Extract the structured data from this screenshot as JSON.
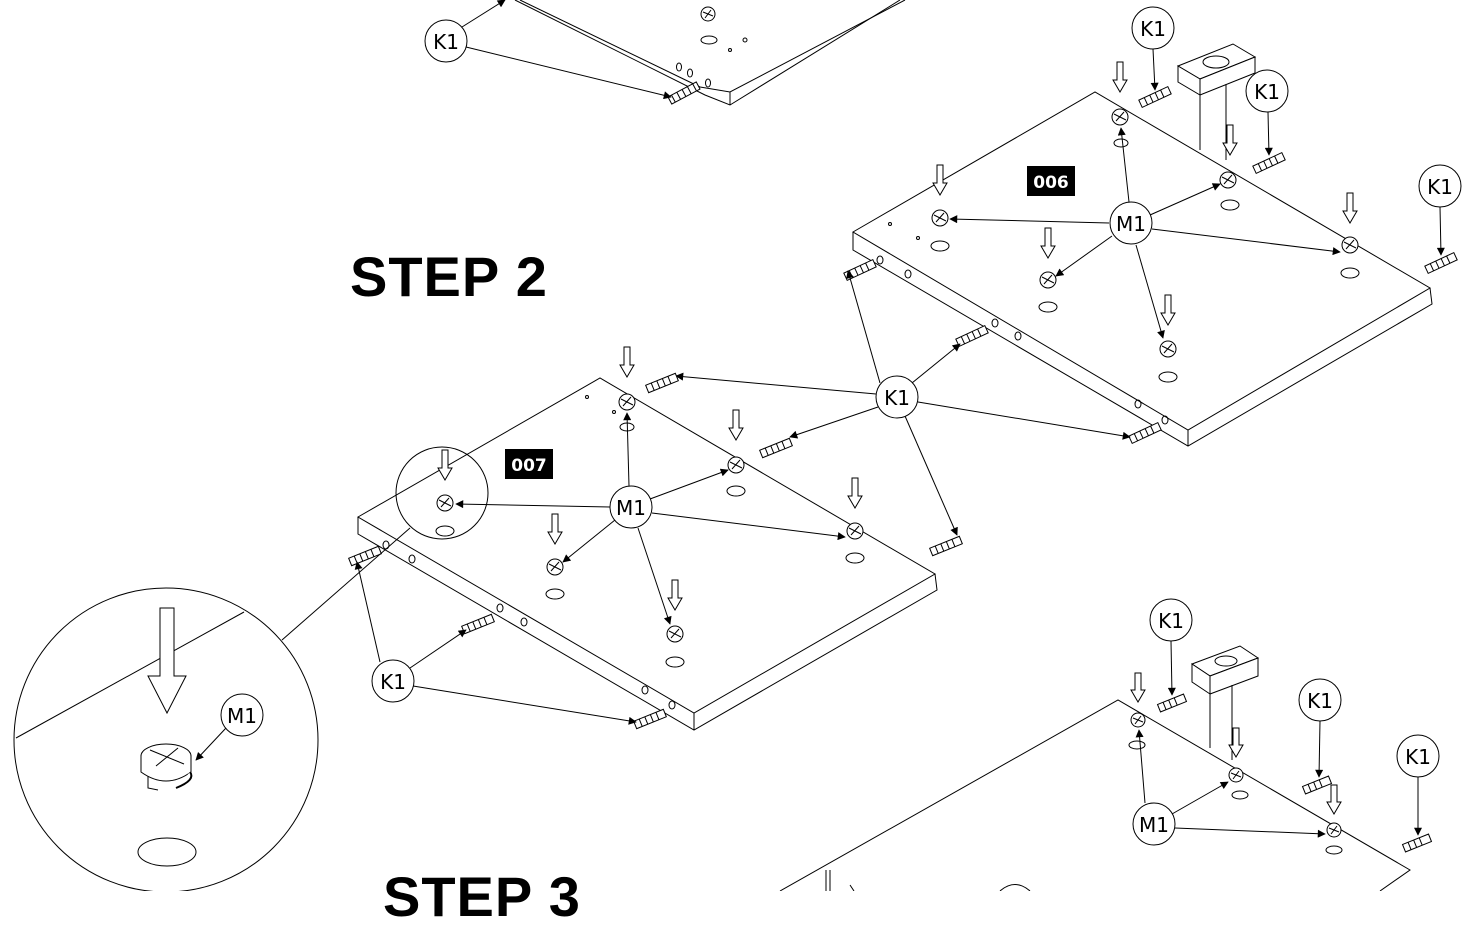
{
  "steps": {
    "current": "STEP 2",
    "next": "STEP 3"
  },
  "parts": {
    "upper_panel": "006",
    "lower_panel": "007"
  },
  "hardware": {
    "dowel": "K1",
    "cam_lock": "M1"
  },
  "icons": {
    "dowel": "wood-dowel-icon",
    "cam": "cam-lock-fitting-icon",
    "insert_arrow": "insert-direction-arrow-icon",
    "bracket": "mounting-bracket-icon",
    "magnifier": "detail-magnifier-icon"
  },
  "colors": {
    "ink": "#000000",
    "paper": "#ffffff",
    "label_bg": "#000000",
    "label_fg": "#ffffff"
  }
}
